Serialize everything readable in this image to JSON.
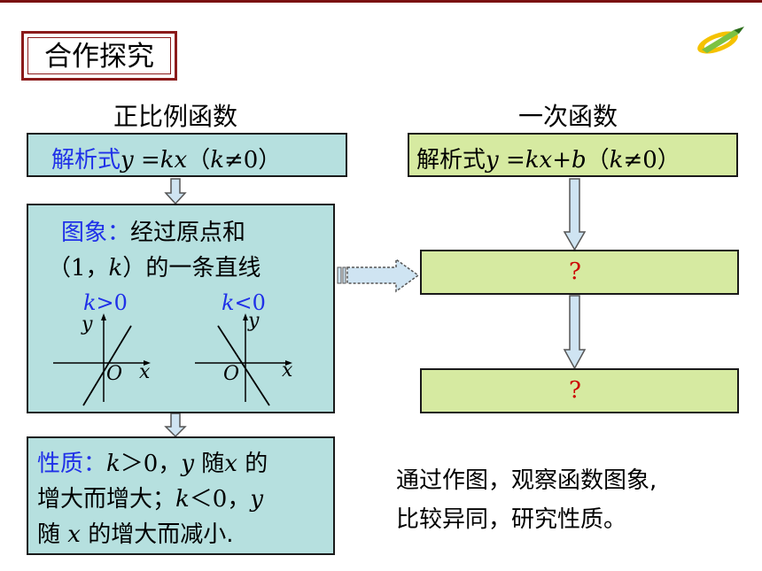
{
  "title": "合作探究",
  "left_heading": "正比例函数",
  "right_heading": "一次函数",
  "left_formula": {
    "label": "解析式",
    "y": "y",
    "eq": " =",
    "kx": "kx",
    "paren_open": "（",
    "k": "k",
    "ne": "≠0）"
  },
  "right_formula": {
    "label": "解析式",
    "y": "y",
    "eq": " =",
    "kx": "kx",
    "plus": "+",
    "b": "b",
    "paren_open": "（",
    "k": "k",
    "ne": "≠0）"
  },
  "graph_box": {
    "label": "图象：",
    "line1_rest": "经过原点和",
    "line2_open": "（1，",
    "line2_k": "k",
    "line2_rest": "）的一条直线",
    "left_case": {
      "k": "k",
      "cond": ">0"
    },
    "right_case": {
      "k": "k",
      "cond": "<0"
    },
    "axis_y": "y",
    "axis_x": "x",
    "origin": "O"
  },
  "props_box": {
    "label": "性质：",
    "l1_k": "k",
    "l1_a": "＞0，",
    "l1_y": "y",
    "l1_b": " 随",
    "l1_x": "x",
    "l1_c": " 的",
    "l2_a": "增大而增大；",
    "l2_k": "k",
    "l2_b": "＜0，",
    "l2_y": "y",
    "l3_a": "随 ",
    "l3_x": "x",
    "l3_b": " 的增大而减小."
  },
  "question1": "?",
  "question2": "?",
  "instruction_line1": "通过作图，观察函数图象,",
  "instruction_line2": "比较异同，研究性质。",
  "colors": {
    "cyan_box": "#b6e0df",
    "green_box": "#d6eaa1",
    "blue_text": "#1f30e8",
    "red_text": "#cc0000",
    "title_border": "#8b1a1a"
  }
}
